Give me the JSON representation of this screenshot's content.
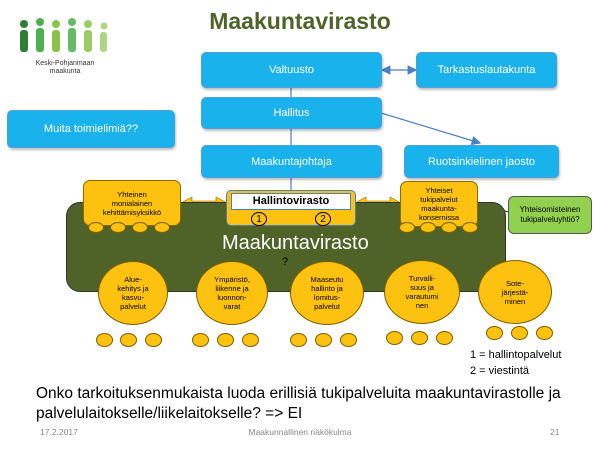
{
  "title": "Maakuntavirasto",
  "logo": {
    "text": "Keski-Pohjanmaan\nmaakunta",
    "figure_colors": [
      "#2e7d32",
      "#4caf50",
      "#8bc34a",
      "#aed581",
      "#66bb6a",
      "#9ccc65"
    ]
  },
  "boxes": {
    "valtuusto": "Valtuusto",
    "tarkastus": "Tarkastuslautakunta",
    "hallitus": "Hallitus",
    "muita": "Muita toimielimiä??",
    "johtaja": "Maakuntajohtaja",
    "ruotsi": "Ruotsinkielinen jaosto",
    "hallintovirasto": "Hallintovirasto",
    "yhteinen": "Yhteinen\nmonialainen\nkehittämisyksikkö",
    "tukipalvelut": "Yhteiset\ntukipalvelut\nmaakunta-\nkonsernissa",
    "yhteisomistei": "Yhteisomisteinen\ntukipalveluyhtiö?"
  },
  "badges": {
    "one": "1",
    "two": "2"
  },
  "band_label": "Maakuntavirasto",
  "question_mark": "?",
  "units": [
    "Alue-\nkehitys ja\nkasvu-\npalvelut",
    "Ympäristö,\nliikenne ja\nluonnon-\nvarat",
    "Maaseutu\nhallinto ja\nlomitus-\npalvelut",
    "Turvalli-\nsuus ja\nvarautumi\nnen",
    "Sote-\njärjestä-\nminen"
  ],
  "legend": [
    "1 = hallintopalvelut",
    "2 = viestintä"
  ],
  "question": "Onko tarkoituksenmukaista luoda erillisiä tukipalveluita maakuntavirastolle ja palvelulaitokselle/liikelaitokselle? => EI",
  "footer": {
    "date": "17.2.2017",
    "center": "Maakunnallinen näkökulma",
    "page": "21"
  },
  "colors": {
    "blue": "#1ab2ec",
    "orange": "#fdc10f",
    "olive": "#4f6228",
    "green_box": "#92d050",
    "title_green": "#4f6228"
  }
}
